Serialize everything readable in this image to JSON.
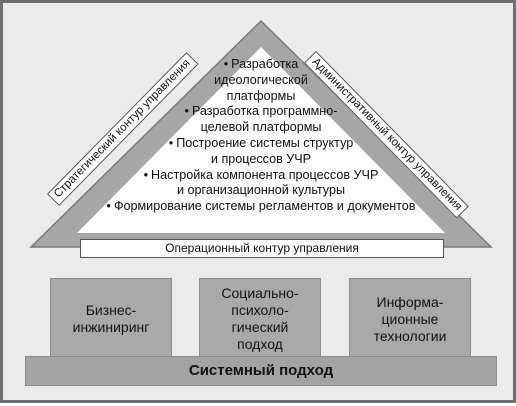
{
  "roof": {
    "items": [
      [
        "Разработка",
        "идеологической",
        "платформы"
      ],
      [
        "Разработка программно-",
        "целевой платформы"
      ],
      [
        "Построение системы структур",
        "и процессов УЧР"
      ],
      [
        "Настройка компонента процессов УЧР",
        "и организационной культуры"
      ],
      [
        "Формирование системы регламентов и документов"
      ]
    ],
    "bullet": "•",
    "left_label": "Стратегический контур управления",
    "right_label": "Административный контур управления",
    "base_label": "Операционный контур управления"
  },
  "pillars": [
    {
      "lines": [
        "Бизнес-",
        "инжиниринг"
      ]
    },
    {
      "lines": [
        "Социально-",
        "психоло-",
        "гический",
        "подход"
      ]
    },
    {
      "lines": [
        "Информа-",
        "ционные",
        "технологии"
      ]
    }
  ],
  "foundation": {
    "label": "Системный подход"
  },
  "colors": {
    "roof_fill": "#a6a6a6",
    "pillar_fill": "#a9a9a9",
    "frame_border": "#6e6e6e"
  }
}
